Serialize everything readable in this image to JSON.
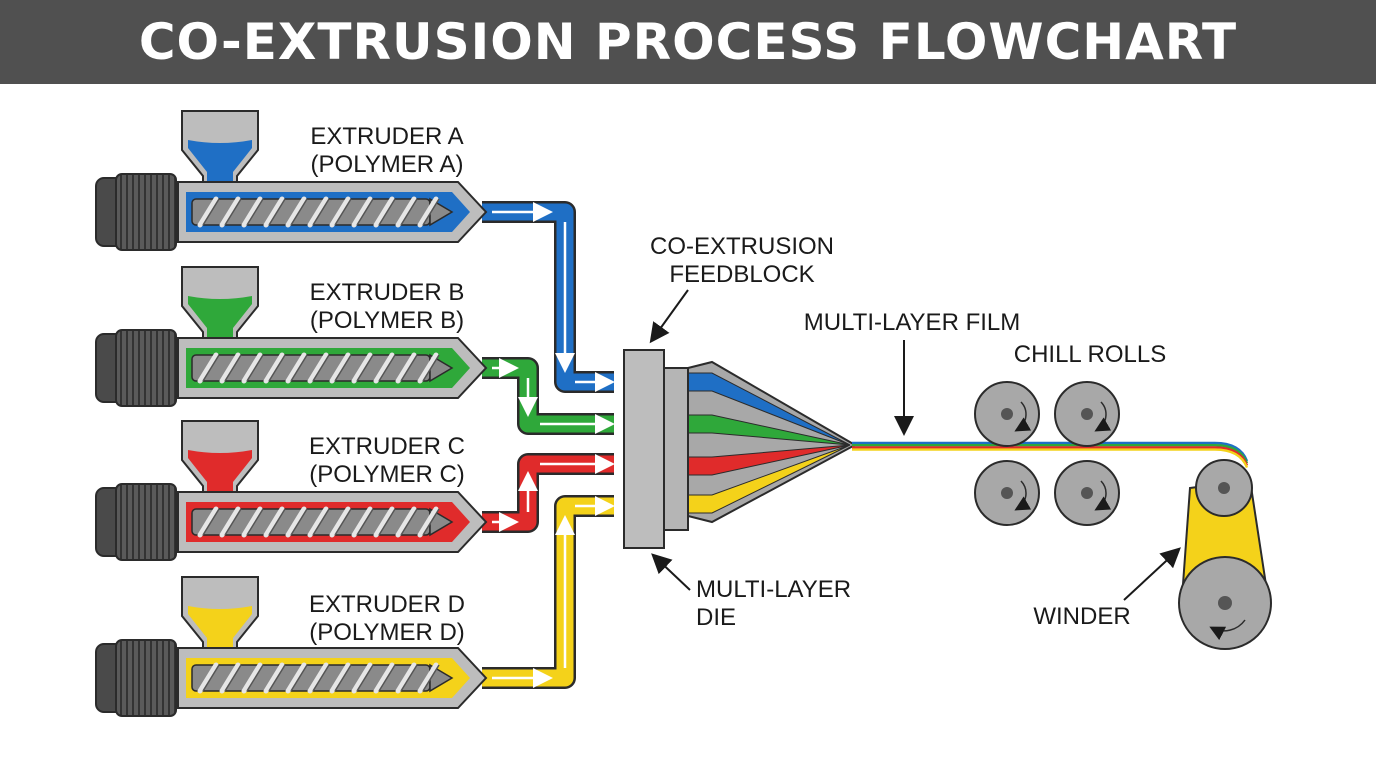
{
  "title": "CO-EXTRUSION PROCESS FLOWCHART",
  "colors": {
    "polymer_a": "#1f6fc5",
    "polymer_b": "#2fa83a",
    "polymer_c": "#e02b2b",
    "polymer_d": "#f4d21a",
    "metal": "#a8a8a8",
    "dark_metal": "#4a4a4a",
    "outline": "#2b2b2b"
  },
  "extruders": [
    {
      "line1": "EXTRUDER A",
      "line2": "(POLYMER A)",
      "color": "#1f6fc5"
    },
    {
      "line1": "EXTRUDER B",
      "line2": "(POLYMER B)",
      "color": "#2fa83a"
    },
    {
      "line1": "EXTRUDER C",
      "line2": "(POLYMER C)",
      "color": "#e02b2b"
    },
    {
      "line1": "EXTRUDER D",
      "line2": "(POLYMER D)",
      "color": "#f4d21a"
    }
  ],
  "labels": {
    "feedblock_line1": "CO-EXTRUSION",
    "feedblock_line2": "FEEDBLOCK",
    "die_line1": "MULTI-LAYER",
    "die_line2": "DIE",
    "film": "MULTI-LAYER FILM",
    "chill_rolls": "CHILL ROLLS",
    "winder": "WINDER"
  }
}
